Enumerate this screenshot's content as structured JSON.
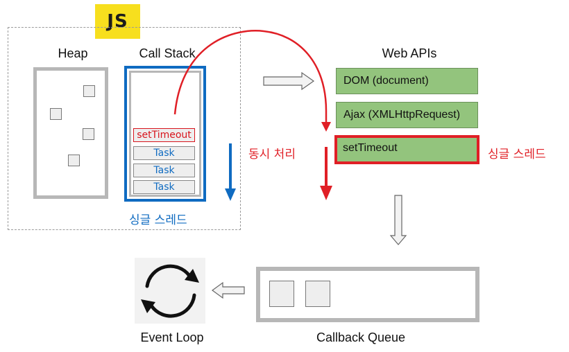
{
  "badge": {
    "text": "JS"
  },
  "runtime": {
    "heap_label": "Heap",
    "callstack_label": "Call Stack",
    "frames": [
      {
        "label": "setTimeout"
      },
      {
        "label": "Task"
      },
      {
        "label": "Task"
      },
      {
        "label": "Task"
      }
    ],
    "single_thread_label": "싱글 스레드"
  },
  "web_apis": {
    "title": "Web APIs",
    "items": [
      {
        "label": "DOM (document)"
      },
      {
        "label": "Ajax (XMLHttpRequest)"
      },
      {
        "label": "setTimeout"
      }
    ],
    "single_thread_label": "싱글 스레드",
    "concurrent_label": "동시 처리"
  },
  "callback_queue": {
    "label": "Callback Queue"
  },
  "event_loop": {
    "label": "Event Loop"
  },
  "colors": {
    "js_yellow": "#f7df1e",
    "stack_blue": "#0f6bc1",
    "highlight_red": "#e01f26",
    "api_green": "#93c47d",
    "box_gray": "#b7b7b7"
  }
}
